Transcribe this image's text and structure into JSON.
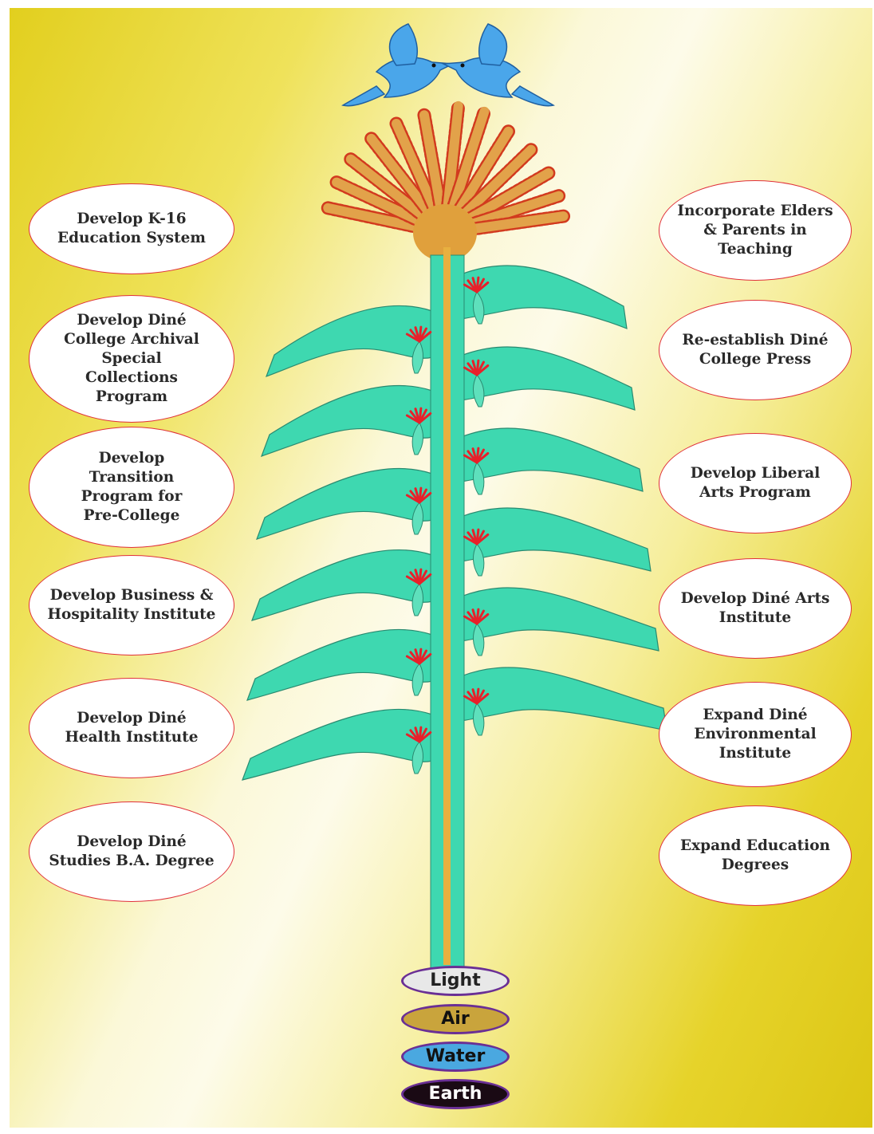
{
  "left_goals": [
    "Develop K-16\nEducation System",
    "Develop Diné\nCollege Archival\nSpecial\nCollections\nProgram",
    "Develop\nTransition\nProgram for\nPre-College",
    "Develop Business &\nHospitality Institute",
    "Develop Diné\nHealth Institute",
    "Develop Diné\nStudies B.A. Degree"
  ],
  "right_goals": [
    "Incorporate Elders\n& Parents in\nTeaching",
    "Re-establish Diné\nCollege Press",
    "Develop Liberal\nArts Program",
    "Develop Diné Arts\nInstitute",
    "Expand Diné\nEnvironmental\nInstitute",
    "Expand Education\nDegrees"
  ],
  "elements": [
    "Light",
    "Air",
    "Water",
    "Earth"
  ],
  "colors": {
    "stalk": "#3ed8b0",
    "pollen_line": "#e8b040",
    "tassel": "#e2a24a",
    "flower": "#e8202a",
    "bird": "#4aa6ea",
    "oval_border": "#e0303a",
    "element_border": "#6a2f95"
  },
  "element_colors": {
    "Light": {
      "bg": "#e8e8e8",
      "fg": "#222222"
    },
    "Air": {
      "bg": "#c9a43c",
      "fg": "#111111"
    },
    "Water": {
      "bg": "#4aa8e0",
      "fg": "#111111"
    },
    "Earth": {
      "bg": "#1a0a14",
      "fg": "#ffffff"
    }
  },
  "icons": [
    "bird-icon",
    "bird-icon",
    "tassel-icon",
    "corn-flower-icon"
  ]
}
